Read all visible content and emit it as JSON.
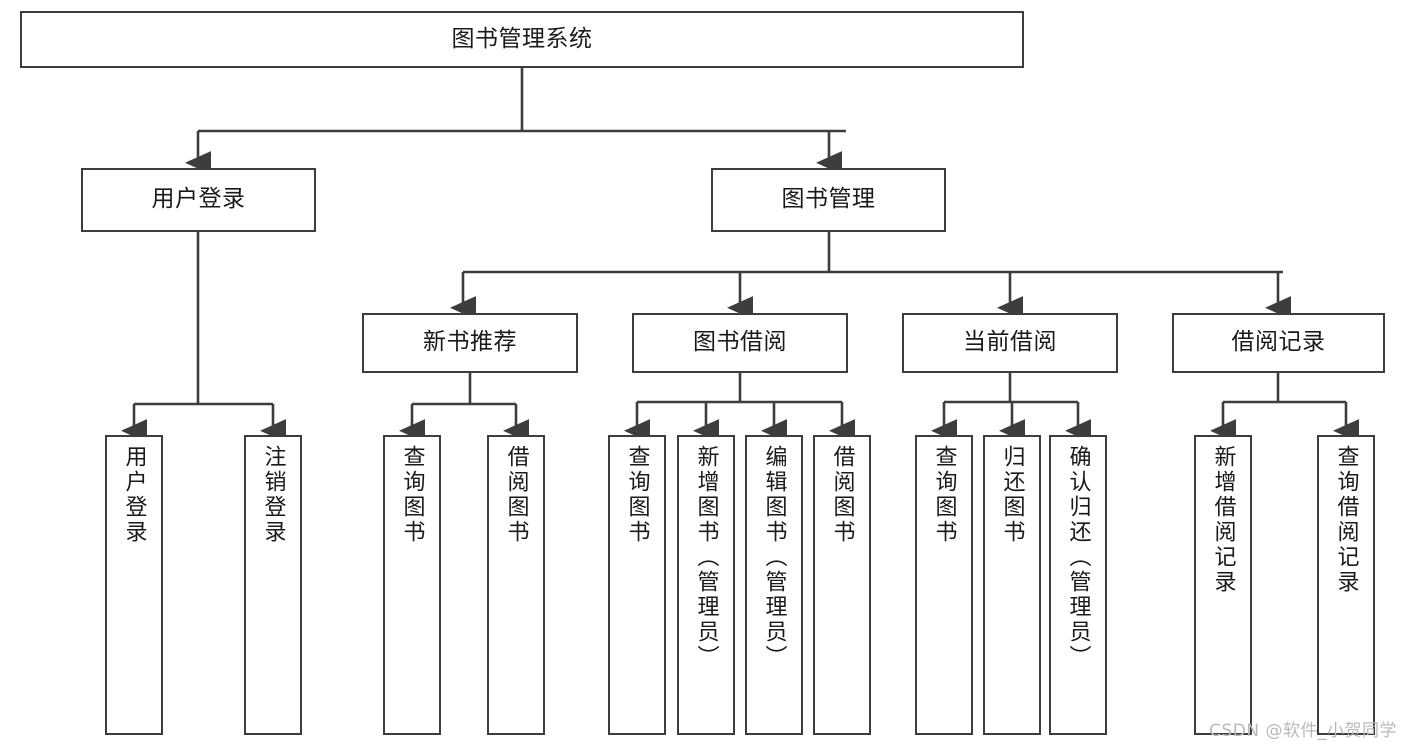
{
  "diagram": {
    "title": "图书管理系统",
    "watermark": "CSDN @软件_小贺同学",
    "colors": {
      "box_border": "#3d3d3d",
      "box_fill": "#ffffff",
      "edge": "#3d3d3d",
      "text": "#1a1a1a",
      "watermark": "#b9b9b9",
      "background": "#ffffff"
    },
    "nodes": {
      "root": {
        "label": "图书管理系统"
      },
      "level2": [
        {
          "label": "用户登录"
        },
        {
          "label": "图书管理"
        }
      ],
      "level3": [
        {
          "label": "新书推荐"
        },
        {
          "label": "图书借阅"
        },
        {
          "label": "当前借阅"
        },
        {
          "label": "借阅记录"
        }
      ],
      "leaves": {
        "user_login": [
          {
            "label": "用户登录"
          },
          {
            "label": "注销登录"
          }
        ],
        "new_book_recommend": [
          {
            "label": "查询图书"
          },
          {
            "label": "借阅图书"
          }
        ],
        "book_borrow": [
          {
            "label": "查询图书"
          },
          {
            "label": "新增图书（管理员）"
          },
          {
            "label": "编辑图书（管理员）"
          },
          {
            "label": "借阅图书"
          }
        ],
        "current_borrow": [
          {
            "label": "查询图书"
          },
          {
            "label": "归还图书"
          },
          {
            "label": "确认归还（管理员）"
          }
        ],
        "borrow_record": [
          {
            "label": "新增借阅记录"
          },
          {
            "label": "查询借阅记录"
          }
        ]
      }
    }
  }
}
